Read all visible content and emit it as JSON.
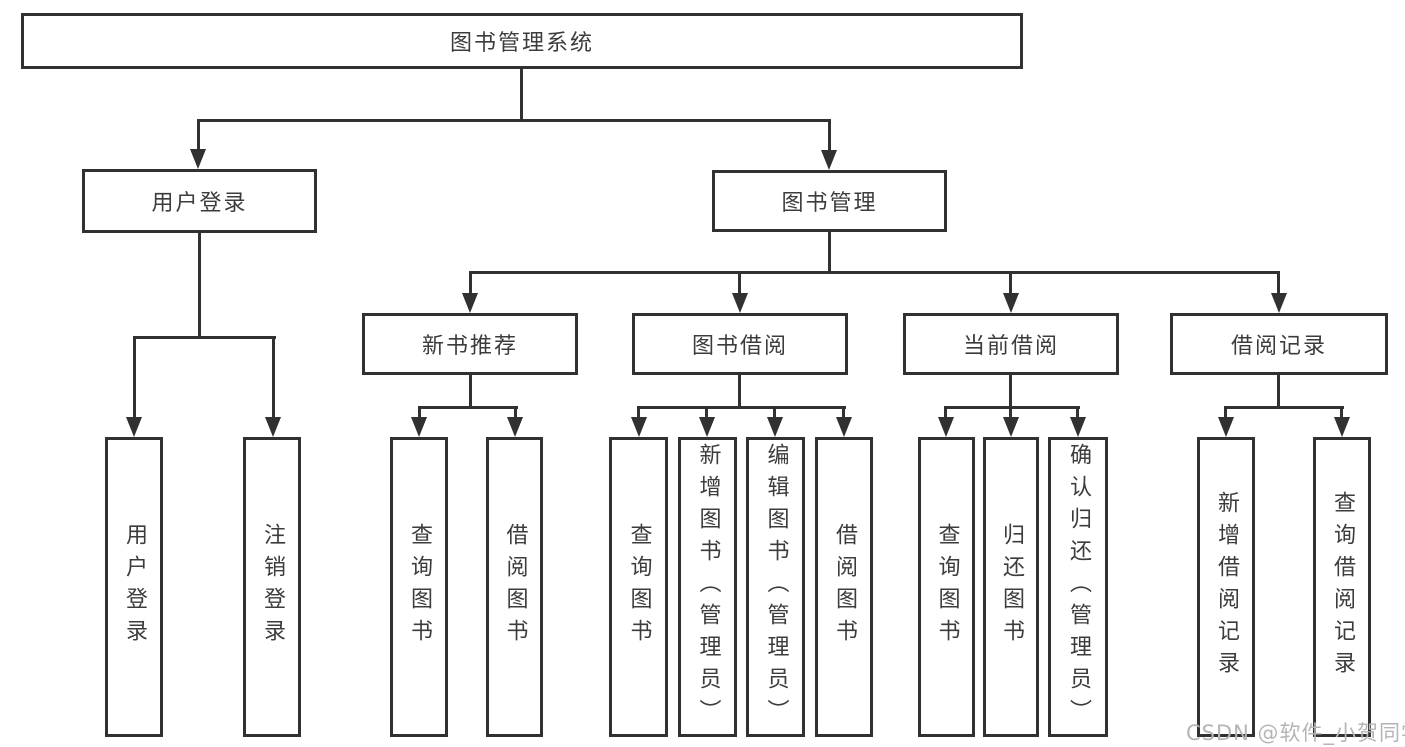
{
  "diagram": {
    "root": {
      "label": "图书管理系统"
    },
    "branches": [
      {
        "label": "用户登录",
        "children": [
          {
            "label": "用户登录"
          },
          {
            "label": "注销登录"
          }
        ]
      },
      {
        "label": "图书管理",
        "children": [
          {
            "label": "新书推荐",
            "children": [
              {
                "label": "查询图书"
              },
              {
                "label": "借阅图书"
              }
            ]
          },
          {
            "label": "图书借阅",
            "children": [
              {
                "label": "查询图书"
              },
              {
                "label": "新增图书（管理员）"
              },
              {
                "label": "编辑图书（管理员）"
              },
              {
                "label": "借阅图书"
              }
            ]
          },
          {
            "label": "当前借阅",
            "children": [
              {
                "label": "查询图书"
              },
              {
                "label": "归还图书"
              },
              {
                "label": "确认归还（管理员）"
              }
            ]
          },
          {
            "label": "借阅记录",
            "children": [
              {
                "label": "新增借阅记录"
              },
              {
                "label": "查询借阅记录"
              }
            ]
          }
        ]
      }
    ]
  },
  "watermark": {
    "text": "CSDN @软件_小贺同学"
  },
  "colors": {
    "line": "#313131",
    "text": "#3c3c3c",
    "background": "#ffffff",
    "watermark": "#b5b5b5"
  }
}
